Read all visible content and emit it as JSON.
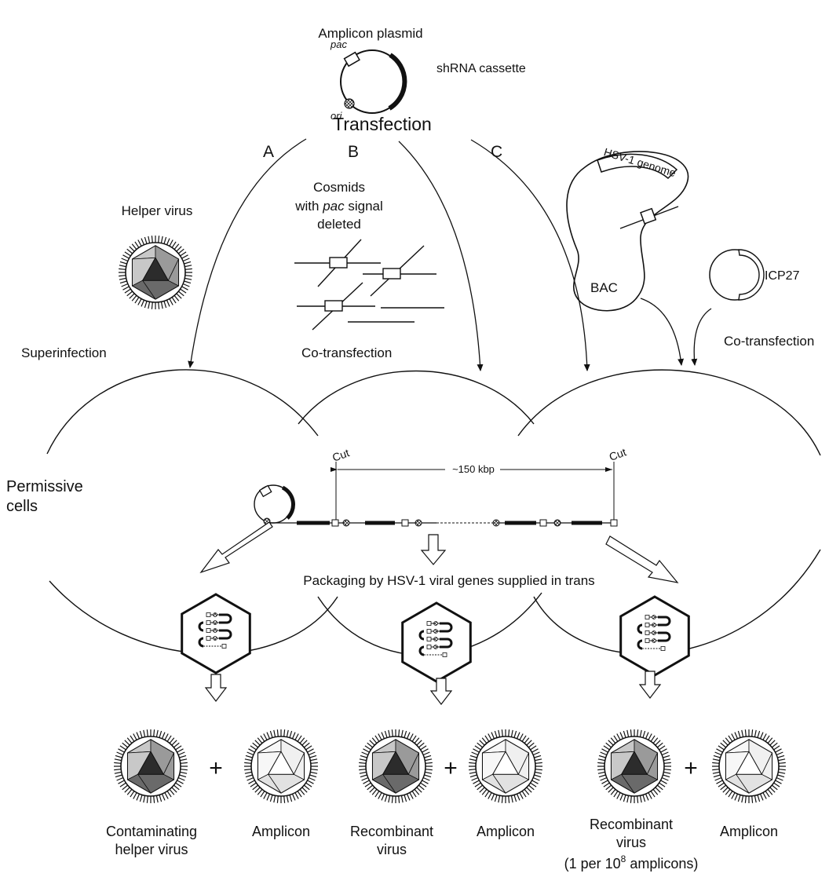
{
  "top": {
    "plasmid_title": "Amplicon plasmid",
    "pac": "pac",
    "ori": "ori",
    "shrna": "shRNA cassette",
    "transfection": "Transfection"
  },
  "branches": {
    "a": "A",
    "b": "B",
    "c": "C"
  },
  "panel_a": {
    "helper_virus": "Helper virus",
    "superinfection": "Superinfection"
  },
  "panel_b": {
    "cosmids_line1": "Cosmids",
    "with": "with ",
    "pac": "pac",
    "signal": " signal",
    "deleted": "deleted",
    "cotransfection": "Co-transfection"
  },
  "panel_c": {
    "hsv_genome": "HSV-1 genome",
    "bac": "BAC",
    "icp27": "ICP27",
    "cotransfection": "Co-transfection"
  },
  "cells": {
    "permissive_line1": "Permissive",
    "permissive_line2": "cells",
    "cut": "Cut",
    "size": "~150 kbp"
  },
  "packaging": "Packaging by HSV-1 viral genes supplied in trans",
  "products": {
    "a_left_line1": "Contaminating",
    "a_left_line2": "helper virus",
    "a_right": "Amplicon",
    "b_left_line1": "Recombinant",
    "b_left_line2": "virus",
    "b_right": "Amplicon",
    "c_left_line1": "Recombinant",
    "c_left_line2": "virus",
    "c_left_line3_pre": "(1 per 10",
    "c_left_line3_exp": "8",
    "c_left_line3_post": " amplicons)",
    "c_right": "Amplicon",
    "plus": "+"
  }
}
